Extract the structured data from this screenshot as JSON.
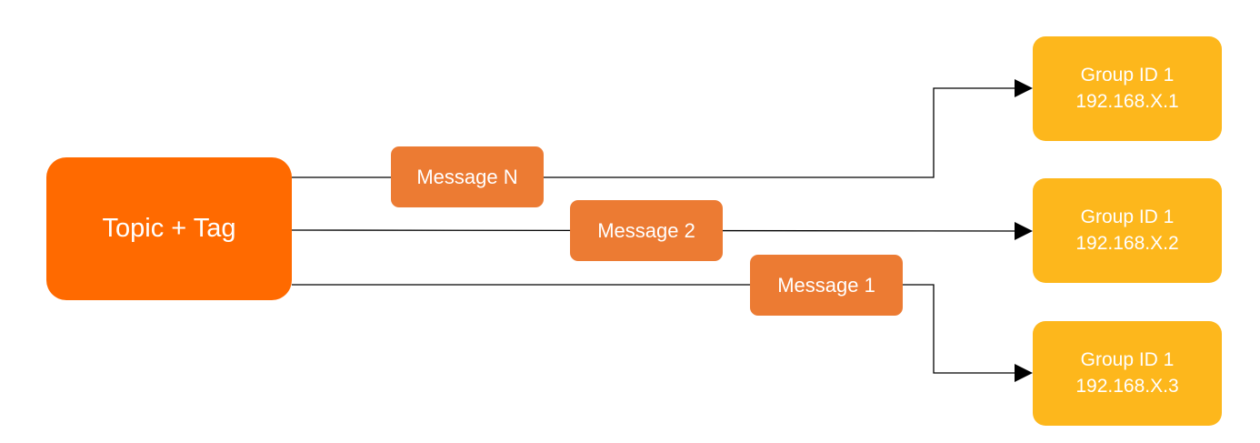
{
  "colors": {
    "source_fill": "#ff6a00",
    "message_fill": "#ec7b33",
    "consumer_fill": "#fdb71c",
    "connector": "#000000",
    "text": "#ffffff"
  },
  "source": {
    "label": "Topic + Tag"
  },
  "messages": [
    {
      "label": "Message N"
    },
    {
      "label": "Message 2"
    },
    {
      "label": "Message 1"
    }
  ],
  "consumers": [
    {
      "group": "Group ID 1",
      "address": "192.168.X.1"
    },
    {
      "group": "Group ID 1",
      "address": "192.168.X.2"
    },
    {
      "group": "Group ID 1",
      "address": "192.168.X.3"
    }
  ]
}
